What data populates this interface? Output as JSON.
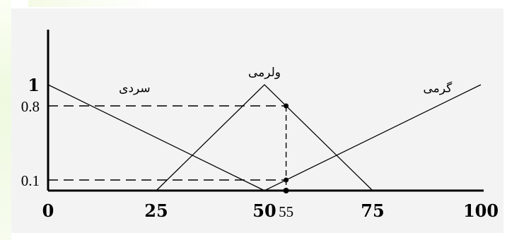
{
  "chart_data": {
    "type": "line",
    "xlim": [
      0,
      100
    ],
    "ylim": [
      0,
      1
    ],
    "x_ticks": [
      {
        "value": 0,
        "label": "0",
        "bold": true
      },
      {
        "value": 25,
        "label": "25",
        "bold": true
      },
      {
        "value": 50,
        "label": "50",
        "bold": true
      },
      {
        "value": 55,
        "label": "55",
        "bold": false
      },
      {
        "value": 75,
        "label": "75",
        "bold": true
      },
      {
        "value": 100,
        "label": "100",
        "bold": true
      }
    ],
    "y_ticks": [
      {
        "value": 1,
        "label": "1",
        "bold": true
      },
      {
        "value": 0.8,
        "label": "0.8",
        "bold": false
      },
      {
        "value": 0.1,
        "label": "0.1",
        "bold": false
      }
    ],
    "series": [
      {
        "name": "سردی",
        "points": [
          [
            0,
            1
          ],
          [
            50,
            0
          ]
        ],
        "label_at": [
          20,
          0.93
        ]
      },
      {
        "name": "ولرمی",
        "points": [
          [
            25,
            0
          ],
          [
            50,
            1
          ],
          [
            75,
            0
          ]
        ],
        "label_at": [
          50,
          1.08
        ]
      },
      {
        "name": "گرمی",
        "points": [
          [
            50,
            0
          ],
          [
            100,
            1
          ]
        ],
        "label_at": [
          90,
          0.93
        ]
      }
    ],
    "reference": {
      "x": 55,
      "y_levels": [
        0.8,
        0.1
      ]
    },
    "grid": false,
    "legend": "none",
    "colors": {
      "line": "#000000",
      "background": "#f3f3f3"
    }
  }
}
